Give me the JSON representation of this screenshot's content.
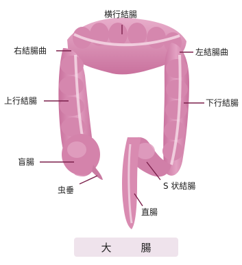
{
  "diagram": {
    "caption": "大　腸",
    "labels": {
      "transverse": "横行結腸",
      "right_flexure": "右結腸曲",
      "left_flexure": "左結腸曲",
      "ascending": "上行結腸",
      "descending": "下行結腸",
      "cecum": "盲腸",
      "appendix": "虫垂",
      "sigmoid": "S 状結腸",
      "rectum": "直腸"
    },
    "colors": {
      "colon_fill": "#d98bb1",
      "colon_dark": "#c06a95",
      "colon_light": "#f2d3e2",
      "leader_line": "#7a1f4a",
      "caption_bg": "#efe3ec"
    }
  }
}
